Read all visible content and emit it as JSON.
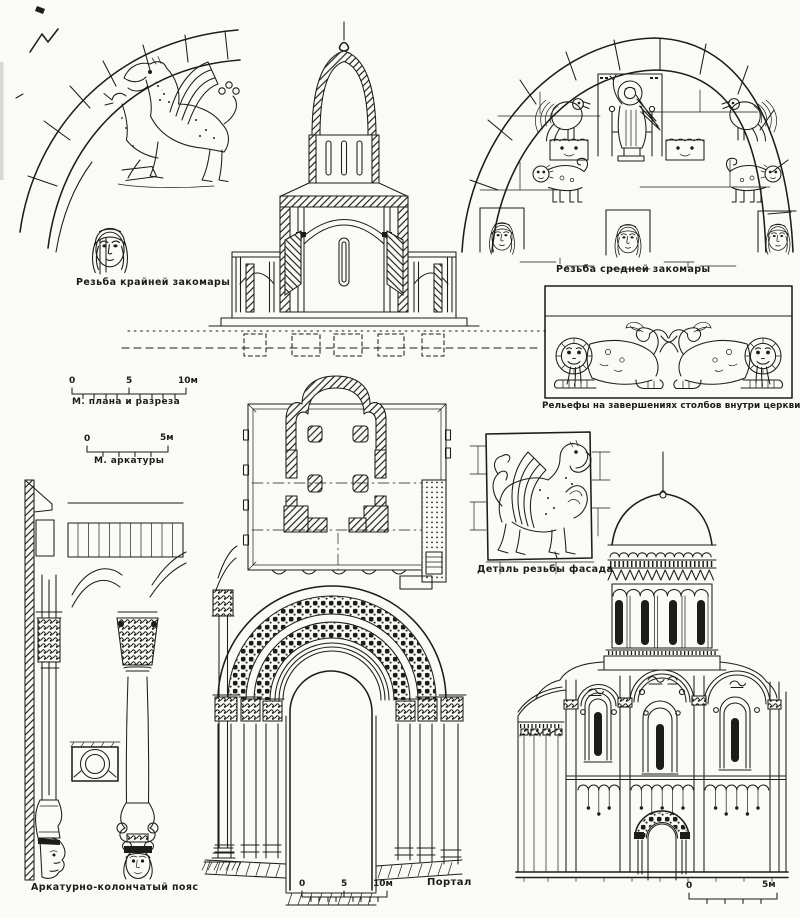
{
  "sheet": {
    "background": "#fafaf6",
    "ink": "#1d1c19",
    "description": "Plate of measured architectural drawings of a white-stone church with carved reliefs"
  },
  "labels": {
    "zakomara_edge": "Резьба крайней закомары",
    "zakomara_middle": "Резьба средней закомары",
    "pillar_reliefs": "Рельефы на завершениях столбов внутри церкви",
    "facade_detail": "Деталь резьбы фасада",
    "arcature_belt": "Аркатурно-колончатый пояс",
    "portal": "Портал"
  },
  "scales": {
    "plan_section": {
      "start": "0",
      "mid": "5",
      "end": "10м",
      "caption": "М. плана и разреза"
    },
    "arcature": {
      "start": "0",
      "end": "5м",
      "caption": "М. аркатуры"
    },
    "portal": {
      "start": "0",
      "mid": "5",
      "end": "10м"
    },
    "facade": {
      "start": "0",
      "end": "5м"
    }
  }
}
